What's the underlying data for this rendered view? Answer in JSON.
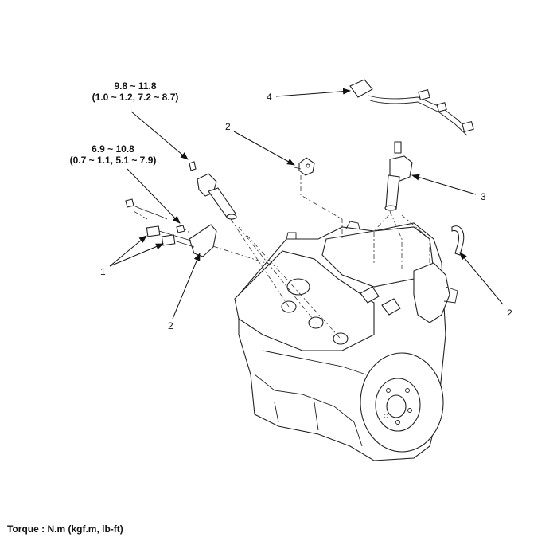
{
  "torque_top": {
    "line1": "9.8 ~ 11.8",
    "line2": "(1.0 ~ 1.2, 7.2 ~ 8.7)"
  },
  "torque_left": {
    "line1": "6.9 ~ 10.8",
    "line2": "(0.7 ~ 1.1, 5.1 ~ 7.9)"
  },
  "callouts": {
    "c1": "1",
    "c2_left": "2",
    "c2_top": "2",
    "c2_right": "2",
    "c3": "3",
    "c4": "4"
  },
  "legend": "Torque : N.m (kgf.m, lb-ft)"
}
